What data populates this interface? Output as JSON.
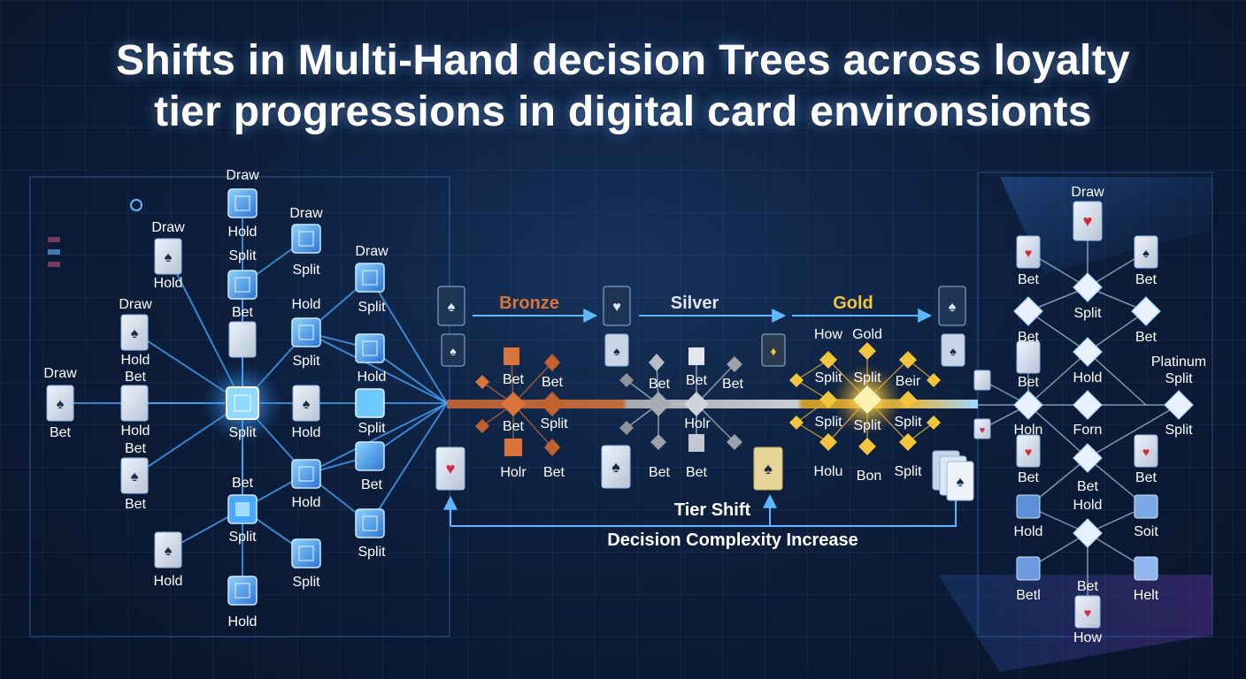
{
  "title": {
    "line1": "Shifts in Multi-Hand decision Trees across loyalty",
    "line2": "tier progressions in digital card environsionts"
  },
  "tiers": {
    "bronze": "Bronze",
    "silver": "Silver",
    "gold": "Gold",
    "platinum": "Platinum"
  },
  "captions": {
    "tier_shift": "Tier Shift",
    "complexity": "Decision Complexity Increase"
  },
  "left_tree_labels": {
    "draw_top": "Draw",
    "hold_top": "Hold",
    "draw_a": "Draw",
    "hold_a": "Hold",
    "draw_b": "Draw",
    "split_b": "Split",
    "split_c": "Split",
    "draw_d": "Draw",
    "draw_e": "Draw",
    "hold_e": "Hold",
    "bet_e": "Bet",
    "bet_f": "Bet",
    "hold_f": "Hold",
    "split_f": "Split",
    "hold_g": "Hold",
    "draw_h": "Draw",
    "bet_h": "Bet",
    "hold_i": "Hold",
    "bet_i": "Bet",
    "split_j": "Split",
    "hold_j": "Hold",
    "split_k": "Split",
    "bet_k": "Bet",
    "bet_l": "Bet",
    "hold_l": "Hold",
    "split_m": "Split",
    "bet_m": "Bet",
    "split_n": "Split",
    "hold_n": "Hold",
    "split_o": "Split",
    "hold_o": "Hold",
    "split_p": "Split"
  },
  "bronze_labels": {
    "a": "Bet",
    "b": "Bet",
    "c": "Bet",
    "d": "Split",
    "e": "Holr",
    "f": "Bet"
  },
  "silver_labels": {
    "a": "Bet",
    "b": "Bet",
    "c": "Bet",
    "d": "Holr",
    "e": "Bet",
    "f": "Bet"
  },
  "gold_labels": {
    "a": "How",
    "b": "Gold",
    "c": "Split",
    "d": "Split",
    "e": "Beir",
    "f": "Split",
    "g": "Split",
    "h": "Split",
    "i": "Holu",
    "j": "Bon",
    "k": "Split"
  },
  "platinum_labels": {
    "draw": "Draw",
    "bet_a": "Bet",
    "bet_b": "Bet",
    "split_a": "Split",
    "bet_c": "Bet",
    "bet_d": "Bet",
    "bet_e": "Bet",
    "hold_a": "Hold",
    "platinum": "Platinum",
    "split_b": "Split",
    "holn": "Holn",
    "forn": "Forn",
    "split_c": "Split",
    "bet_f": "Bet",
    "bet_g": "Bet",
    "bet_h": "Bet",
    "hold_b": "Hold",
    "hold_c": "Hold",
    "soit": "Soit",
    "betl": "Betl",
    "bet_i": "Bet",
    "helt": "Helt",
    "how": "How"
  },
  "colors": {
    "accent_blue": "#5fb8ff",
    "bronze": "#d9743c",
    "silver": "#c8ccd4",
    "gold": "#f2c53d",
    "platinum": "#e8f2ff"
  }
}
